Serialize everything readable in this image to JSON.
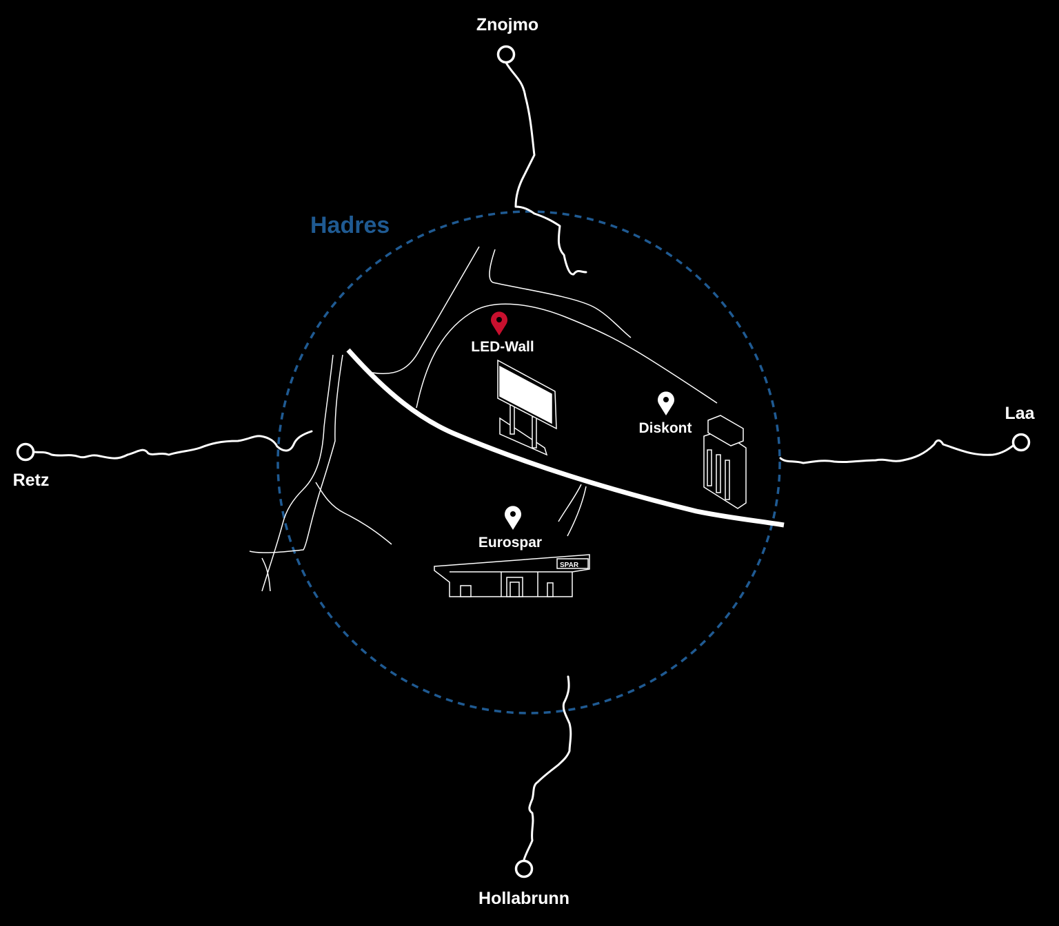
{
  "region": {
    "name": "Hadres",
    "color": "#1f5a92"
  },
  "destinations": {
    "north": "Znojmo",
    "west": "Retz",
    "east": "Laa",
    "south": "Hollabrunn"
  },
  "locations": [
    {
      "name": "LED-Wall",
      "pin_color": "#c8102e",
      "icon": "led-wall-icon"
    },
    {
      "name": "Diskont",
      "pin_color": "#ffffff",
      "icon": "fuel-pump-icon"
    },
    {
      "name": "Eurospar",
      "pin_color": "#ffffff",
      "icon": "supermarket-icon",
      "sign": "SPAR"
    }
  ]
}
